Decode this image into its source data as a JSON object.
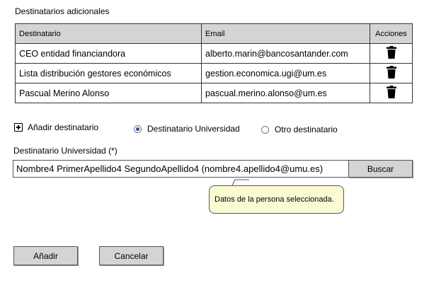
{
  "section": {
    "title": "Destinatarios adicionales"
  },
  "table": {
    "headers": {
      "recipient": "Destinatario",
      "email": "Email",
      "actions": "Acciones"
    },
    "rows": [
      {
        "name": "CEO entidad financiandora",
        "email": "alberto.marin@bancosantander.com",
        "action_icon": "trash-icon"
      },
      {
        "name": "Lista distribución gestores económicos",
        "email": "gestion.economica.ugi@um.es",
        "action_icon": "trash-icon"
      },
      {
        "name": "Pascual Merino Alonso",
        "email": "pascual.merino.alonso@um.es",
        "action_icon": "trash-icon"
      }
    ]
  },
  "add_recipient": {
    "label": "Añadir destinatario",
    "icon": "plus-square-icon"
  },
  "recipient_type": {
    "options": [
      {
        "label": "Destinatario Universidad",
        "selected": true
      },
      {
        "label": "Otro destinatario",
        "selected": false
      }
    ]
  },
  "university_field": {
    "label": "Destinatario Universidad (*)",
    "value": "Nombre4 PrimerApellido4 SegundoApellido4 (nombre4.apellido4@umu.es)",
    "search_button": "Buscar"
  },
  "tooltip": {
    "text": "Datos de la persona seleccionada."
  },
  "actions": {
    "add": "Añadir",
    "cancel": "Cancelar"
  },
  "colors": {
    "header_bg": "#d4d4d4",
    "tooltip_bg": "#fbfbd2",
    "radio_accent": "#1f4fa8"
  }
}
